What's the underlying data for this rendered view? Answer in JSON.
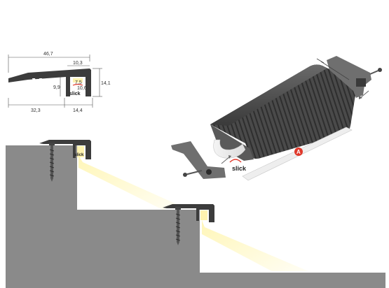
{
  "colors": {
    "stair": "#8a8a8a",
    "profile": "#3c3c3c",
    "light": "#fff3b0",
    "accent": "#e0392b",
    "dimension_line": "#555555"
  },
  "dimensions": {
    "total_width": "46,7",
    "top_width": "10,3",
    "height": "14,1",
    "inner_height": "9,9",
    "slot_width": "7,5",
    "slot_depth": "10,6",
    "bottom_left": "32,3",
    "bottom_right": "14,4"
  },
  "labels": {
    "brand_small": "slick",
    "brand_step1": "slick",
    "brand_exploded": "slick",
    "part_marker": "A"
  }
}
